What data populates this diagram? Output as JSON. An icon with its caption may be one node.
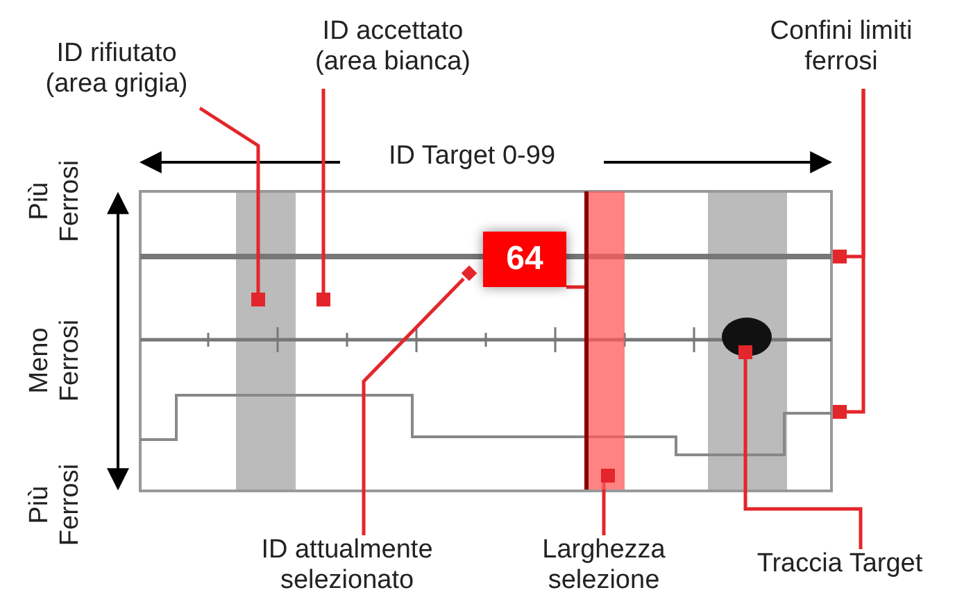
{
  "diagram": {
    "nodes": [
      {
        "text": [
          "ID rifiutato (area grigia)"
        ]
      },
      {
        "text": [
          "ID accettato (area bianca)"
        ]
      },
      {
        "text": [
          "Confini limiti ferrosi"
        ]
      },
      {
        "text": [
          "64"
        ]
      },
      {
        "text": [],
        "shape": "box"
      },
      {
        "text": [],
        "shape": "box"
      },
      {
        "text": [],
        "shape": "diamond"
      },
      {
        "text": [],
        "shape": "bar"
      },
      {
        "text": [],
        "shape": "box",
        "in": 7
      },
      {
        "text": [],
        "shape": "circle"
      },
      {
        "text": [],
        "shape": "box"
      },
      {
        "text": [],
        "shape": "box"
      },
      {
        "text": [],
        "shape": "box"
      },
      {
        "text": [
          "ID attualmente selezionato"
        ]
      },
      {
        "text": [
          "Larghezza selezione"
        ]
      },
      {
        "text": [
          "Traccia Target"
        ]
      }
    ],
    "edges": [
      {
        "from": 0,
        "to": 4,
        "arrow": "none"
      },
      {
        "from": 1,
        "to": 5,
        "arrow": "none"
      },
      {
        "from": 2,
        "to": 11,
        "arrow": "none"
      },
      {
        "from": 2,
        "to": 12,
        "arrow": "none"
      },
      {
        "from": 3,
        "to": 7,
        "arrow": "none"
      },
      {
        "from": 13,
        "to": 6,
        "arrow": "none"
      },
      {
        "from": 14,
        "to": 8,
        "arrow": "none"
      },
      {
        "from": 15,
        "to": 10,
        "arrow": "none"
      }
    ],
    "labels": [
      "ID Target 0-99",
      "Più Ferrosi",
      "Meno Ferrosi",
      "Più Ferrosi"
    ]
  }
}
